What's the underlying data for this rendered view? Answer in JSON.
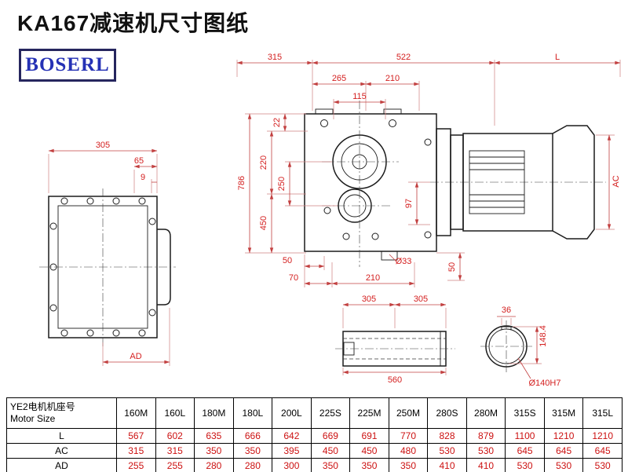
{
  "title": "KA167减速机尺寸图纸",
  "logo": "BOSERL",
  "colors": {
    "dimension_text": "#d42020",
    "drawing_line": "#1c1c1c",
    "table_value": "#cc1111",
    "logo_text": "#2531b5",
    "logo_border": "#26265e"
  },
  "dims": {
    "top_315": "315",
    "top_522": "522",
    "top_L": "L",
    "top_265": "265",
    "top_210": "210",
    "top_115": "115",
    "side_22": "22",
    "side_220": "220",
    "side_250": "250",
    "side_450": "450",
    "side_786": "786",
    "side_97": "97",
    "bottom_50_left": "50",
    "bottom_70": "70",
    "bottom_210": "210",
    "bottom_dia33": "Ø33",
    "bottom_50_right": "50",
    "motor_AC": "AC",
    "leftview_305": "305",
    "leftview_65": "65",
    "leftview_9": "9",
    "leftview_AD": "AD",
    "shaft_305_left": "305",
    "shaft_305_right": "305",
    "shaft_560": "560",
    "shaftend_36": "36",
    "shaftend_148_4": "148.4",
    "shaftend_dia140": "Ø140H7"
  },
  "table": {
    "header_line1": "YE2电机机座号",
    "header_line2": "Motor Size",
    "columns": [
      "160M",
      "160L",
      "180M",
      "180L",
      "200L",
      "225S",
      "225M",
      "250M",
      "280S",
      "280M",
      "315S",
      "315M",
      "315L"
    ],
    "rows": [
      {
        "label": "L",
        "values": [
          "567",
          "602",
          "635",
          "666",
          "642",
          "669",
          "691",
          "770",
          "828",
          "879",
          "1100",
          "1210",
          "1210"
        ]
      },
      {
        "label": "AC",
        "values": [
          "315",
          "315",
          "350",
          "350",
          "395",
          "450",
          "450",
          "480",
          "530",
          "530",
          "645",
          "645",
          "645"
        ]
      },
      {
        "label": "AD",
        "values": [
          "255",
          "255",
          "280",
          "280",
          "300",
          "350",
          "350",
          "350",
          "410",
          "410",
          "530",
          "530",
          "530"
        ]
      }
    ]
  }
}
